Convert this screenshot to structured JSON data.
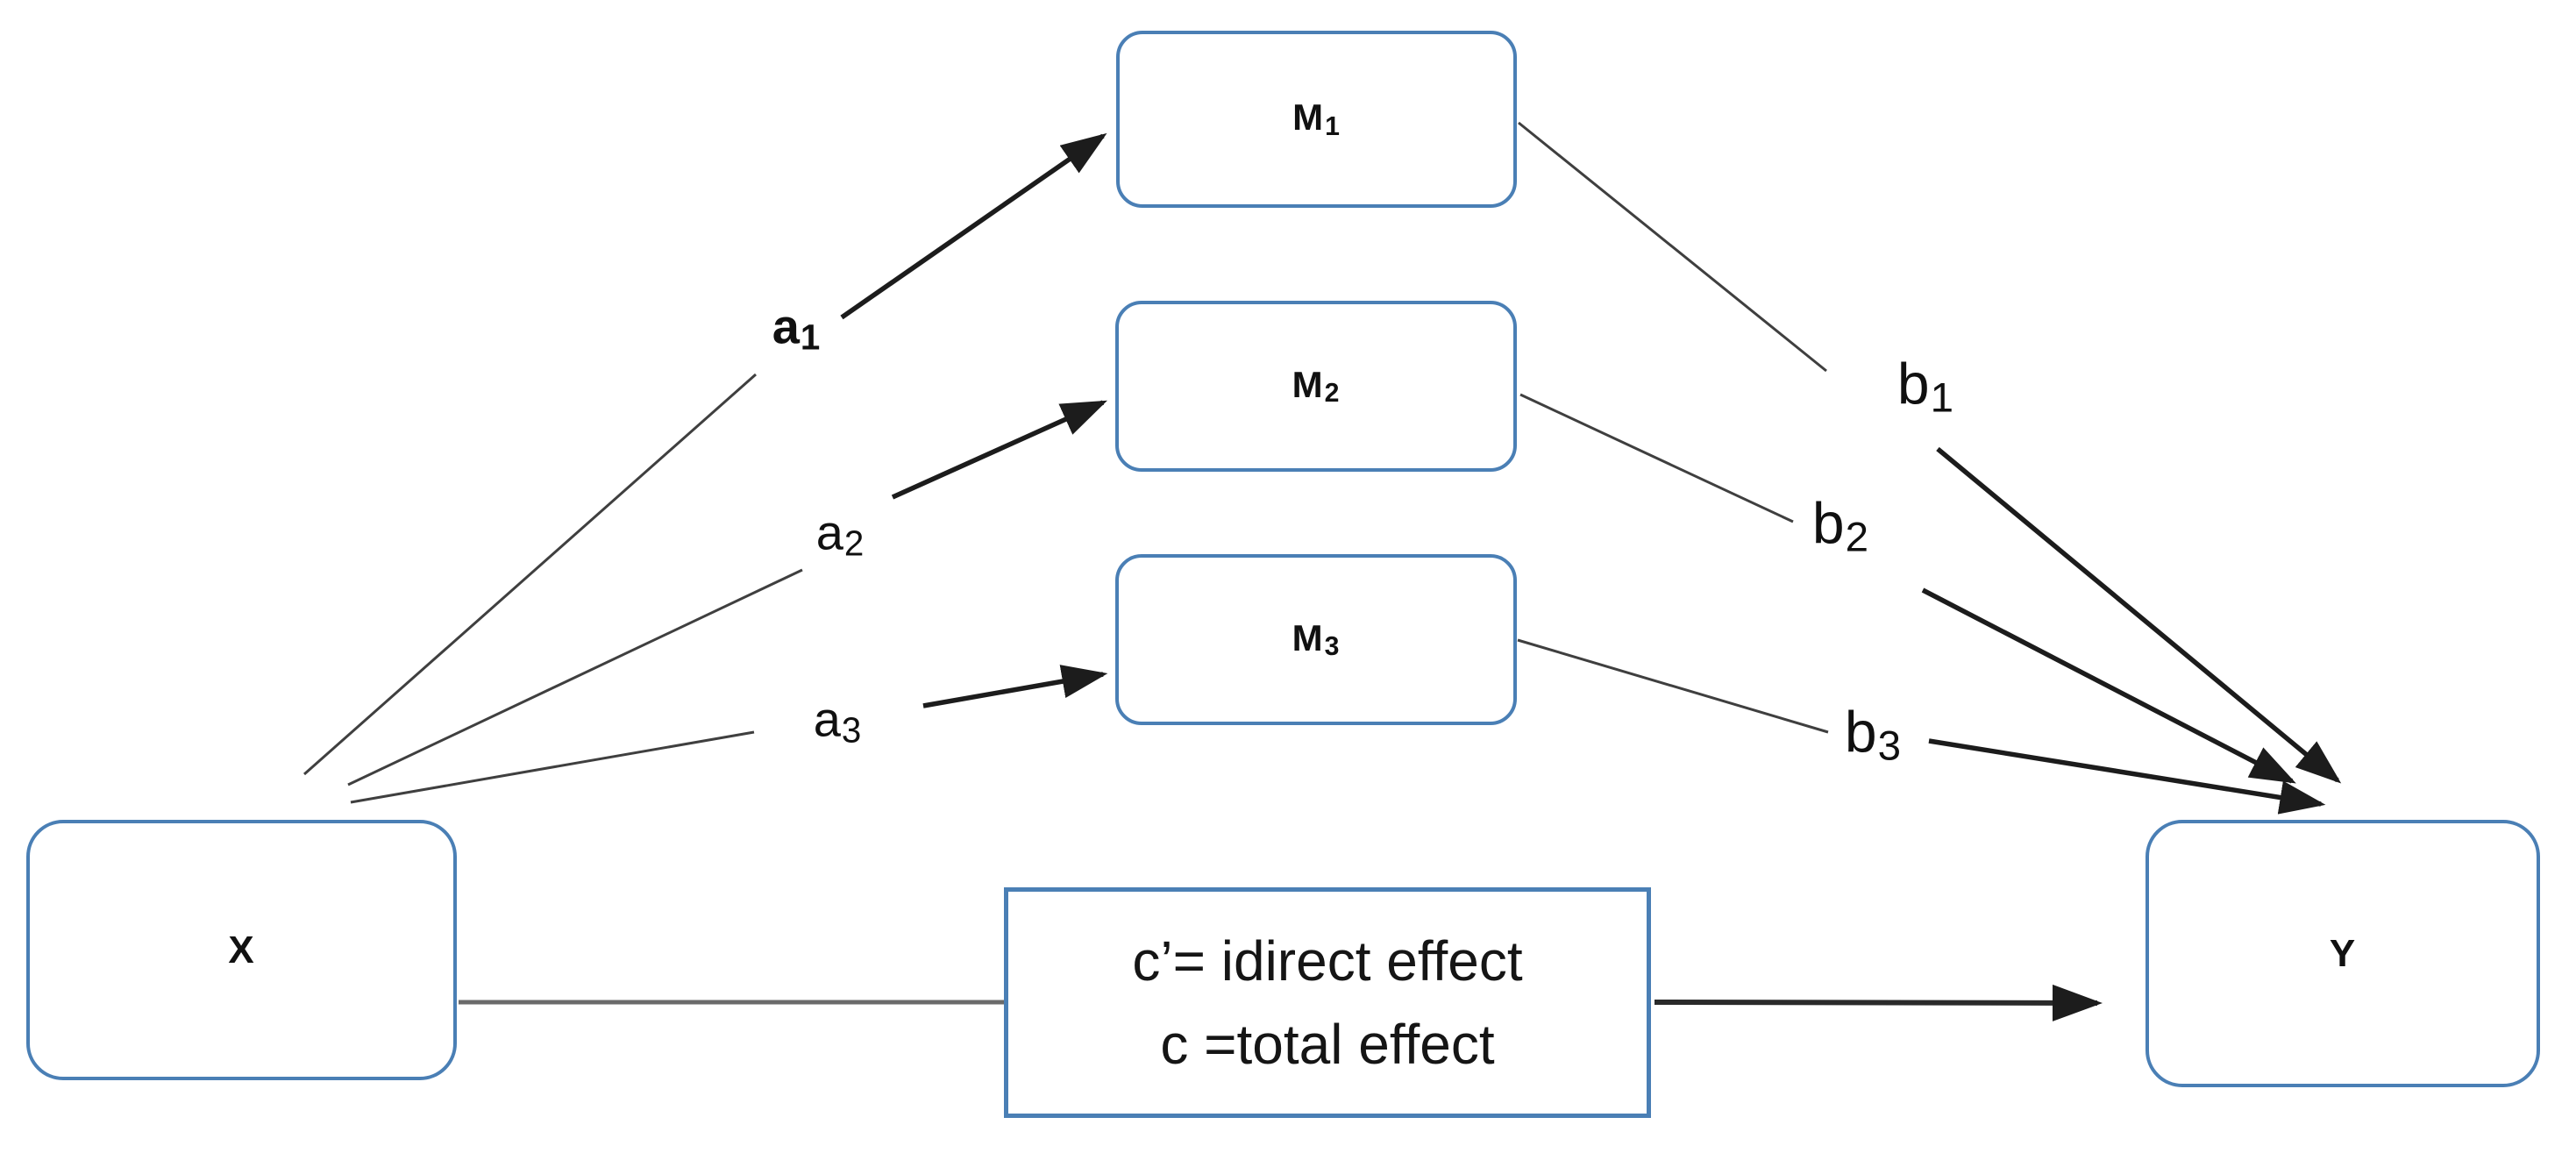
{
  "diagram": {
    "title_semantic": "multiple mediation model: X to M1 M2 M3 to Y",
    "nodes": {
      "x": {
        "label": "X"
      },
      "y": {
        "label": "Y"
      },
      "m1": {
        "base": "M",
        "sub": "1"
      },
      "m2": {
        "base": "M",
        "sub": "2"
      },
      "m3": {
        "base": "M",
        "sub": "3"
      }
    },
    "path_labels": {
      "a1": {
        "base": "a",
        "sub": "1"
      },
      "a2": {
        "base": "a",
        "sub": "2"
      },
      "a3": {
        "base": "a",
        "sub": "3"
      },
      "b1": {
        "base": "b",
        "sub": "1"
      },
      "b2": {
        "base": "b",
        "sub": "2"
      },
      "b3": {
        "base": "b",
        "sub": "3"
      }
    },
    "c_label": {
      "line1": "c’= idirect effect",
      "line2": "c =total effect"
    },
    "colors": {
      "box_border": "#4a7fb5",
      "arrow_black": "#1c1c1c",
      "thin_line": "#3f3f3f",
      "c_left_line": "#6a6a6a",
      "text": "#101010"
    }
  }
}
